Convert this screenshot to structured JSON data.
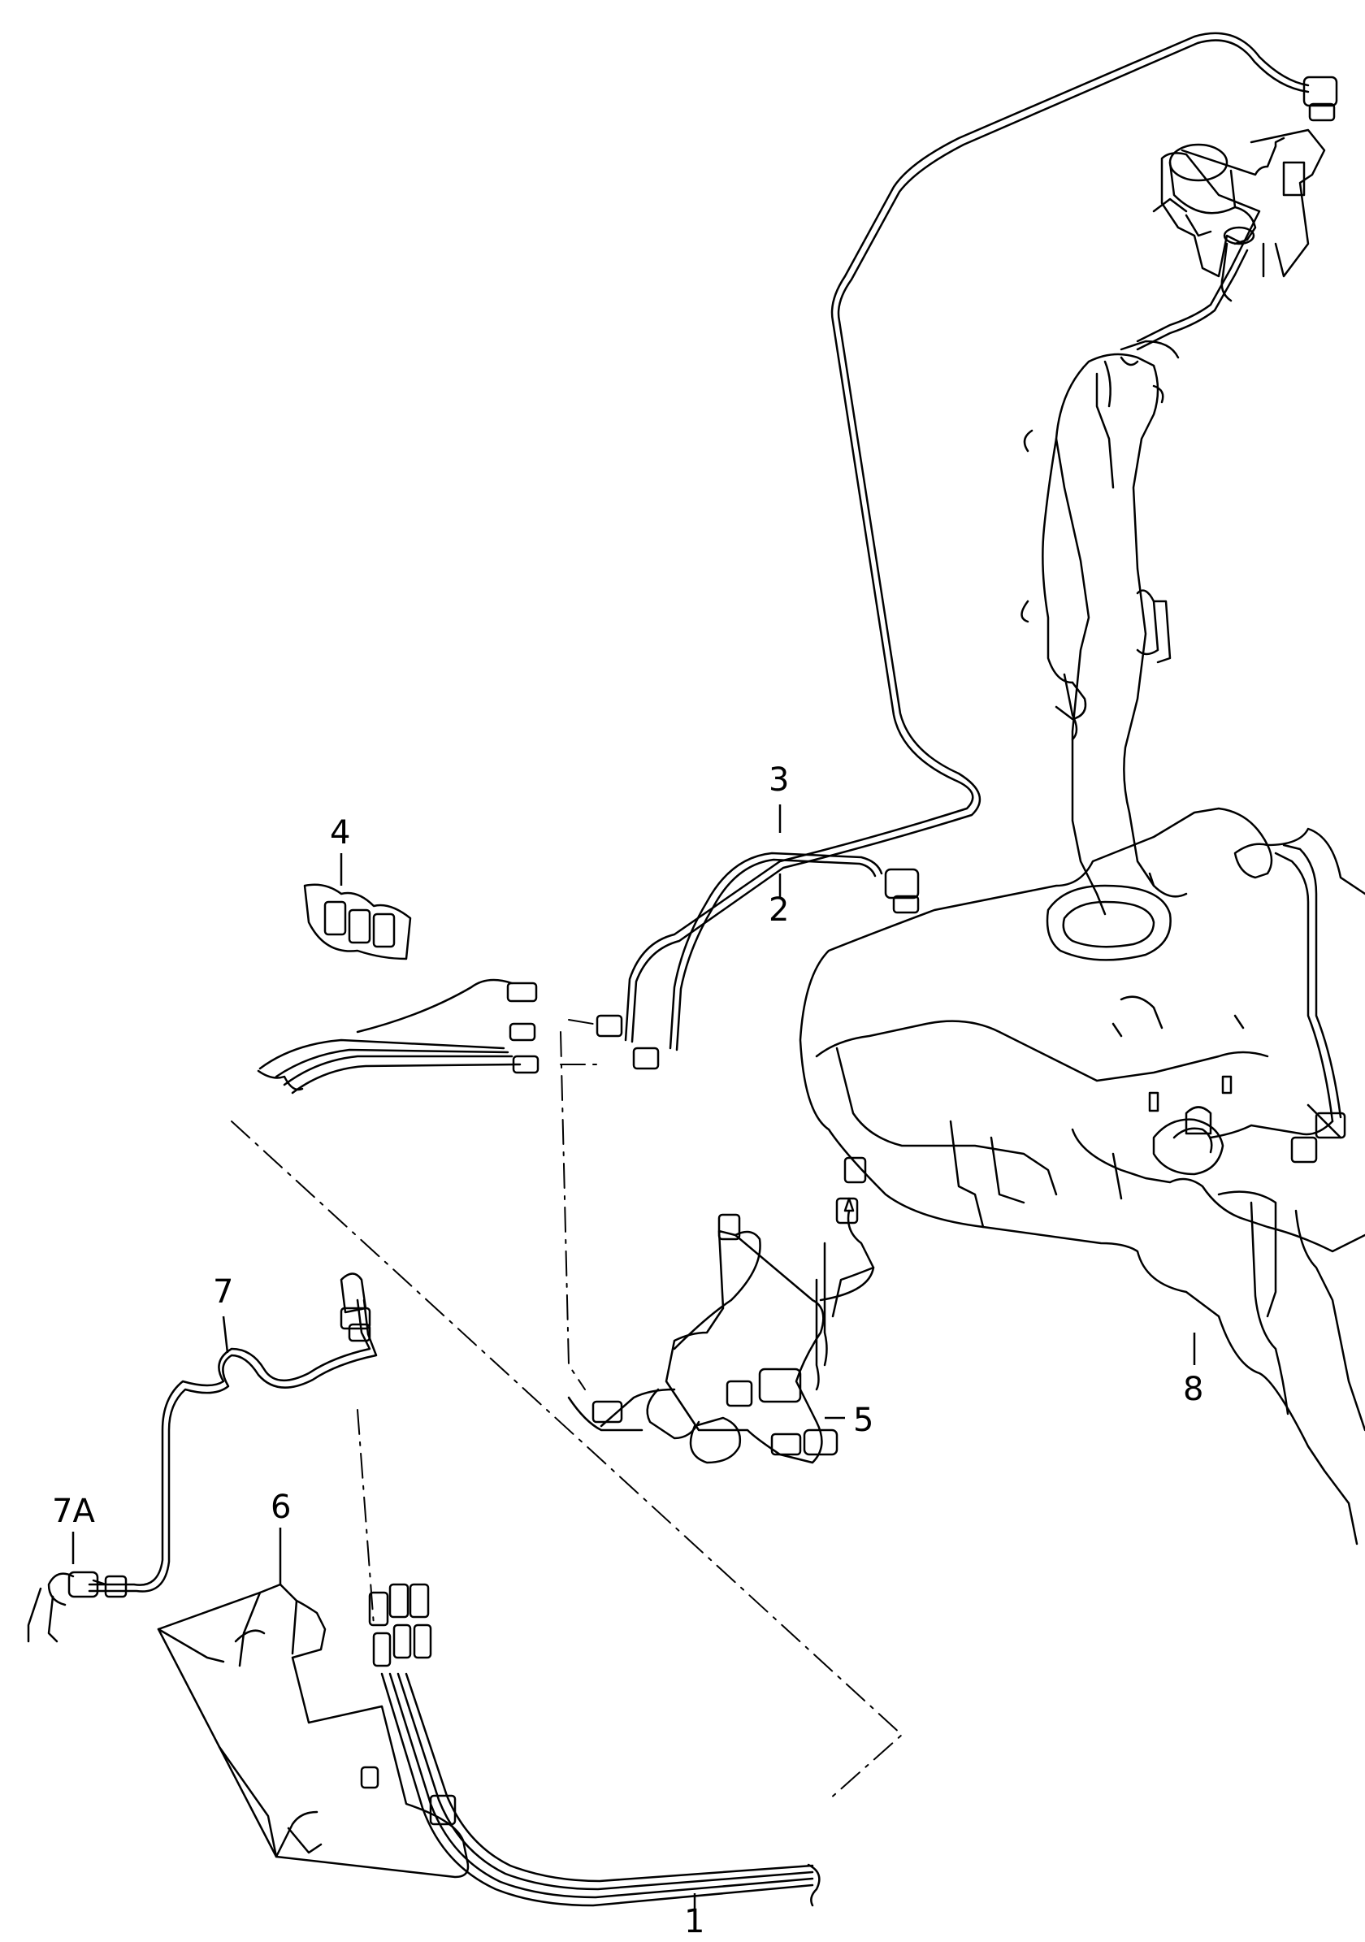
{
  "callouts": {
    "c1": "1",
    "c2": "2",
    "c3": "3",
    "c4": "4",
    "c5": "5",
    "c6": "6",
    "c7": "7",
    "c7a": "7A",
    "c8": "8"
  },
  "colors": {
    "line": "#000000",
    "paper": "#ffffff"
  }
}
